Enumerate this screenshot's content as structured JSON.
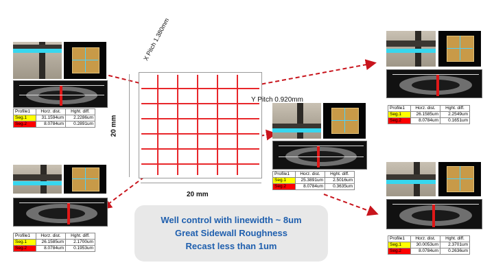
{
  "labels": {
    "x_pitch": "X Pitch 1.380mm",
    "y_pitch": "Y Pitch 0.920mm",
    "dim_vertical": "20 mm",
    "dim_horizontal": "20 mm"
  },
  "callout": {
    "line1": "Well control with linewidth ~ 8um",
    "line2": "Great Sidewall Roughness",
    "line3": "Recast less than 1um"
  },
  "table_headers": {
    "col1": "Profile1",
    "col2": "Horz. dist.",
    "col3": "Hght. diff."
  },
  "panels": {
    "top_left": {
      "seg1": [
        "Seg.1",
        "31.1594um",
        "2.2286um"
      ],
      "seg2": [
        "Seg.2",
        "8.0784um",
        "0.2891um"
      ]
    },
    "bottom_left": {
      "seg1": [
        "Seg.1",
        "26.1585um",
        "2.1700um"
      ],
      "seg2": [
        "Seg.2",
        "8.0784um",
        "0.1953um"
      ]
    },
    "center": {
      "seg1": [
        "Seg.1",
        "25.3891um",
        "2.5016um"
      ],
      "seg2": [
        "Seg.2",
        "8.0784um",
        "0.3635um"
      ]
    },
    "top_right": {
      "seg1": [
        "Seg.1",
        "26.1585um",
        "2.2549um"
      ],
      "seg2": [
        "Seg.2",
        "8.0784um",
        "0.1651um"
      ]
    },
    "bottom_right": {
      "seg1": [
        "Seg.1",
        "30.0053um",
        "2.3701um"
      ],
      "seg2": [
        "Seg.2",
        "8.0784um",
        "0.2636um"
      ]
    }
  },
  "colors": {
    "grid_red": "#e8262a",
    "arrow_red": "#c8141c",
    "callout_text": "#1f5fae",
    "seg1": "#ffff00",
    "seg2": "#ff0000"
  }
}
